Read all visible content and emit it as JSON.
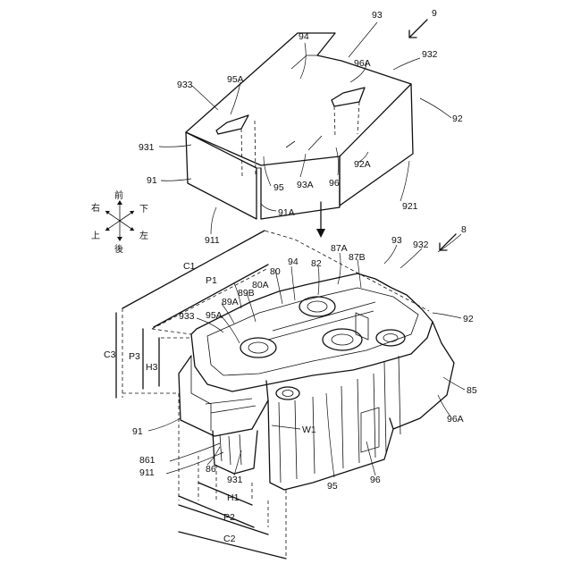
{
  "labels": {
    "n93_top": "93",
    "n9": "9",
    "n94_top": "94",
    "n932_top": "932",
    "n96A_top": "96A",
    "n95A_top": "95A",
    "n933_top": "933",
    "n92_top": "92",
    "n931": "931",
    "n92A": "92A",
    "n91_top": "91",
    "n95_top": "95",
    "n93A": "93A",
    "n96_top": "96",
    "n921": "921",
    "n91A": "91A",
    "n911_top": "911",
    "n8": "8",
    "n93_bot": "93",
    "n932_bot": "932",
    "n87A": "87A",
    "n87B": "87B",
    "C1": "C1",
    "P1": "P1",
    "n94_bot": "94",
    "n82": "82",
    "n80": "80",
    "n80A": "80A",
    "n89B": "89B",
    "n89A": "89A",
    "n933_bot": "933",
    "n95A_bot": "95A",
    "n92_bot": "92",
    "C3": "C3",
    "P3": "P3",
    "H3": "H3",
    "n85": "85",
    "n96A_bot": "96A",
    "n91_bot": "91",
    "W1": "W1",
    "n861": "861",
    "n911_bot": "911",
    "n86": "86",
    "n931_bot": "931",
    "n96_bot": "96",
    "n95_bot": "95",
    "H1": "H1",
    "P2": "P2",
    "C2": "C2"
  },
  "compass": {
    "front": "前",
    "right": "右",
    "down": "下",
    "up": "上",
    "left": "左",
    "rear": "後"
  }
}
